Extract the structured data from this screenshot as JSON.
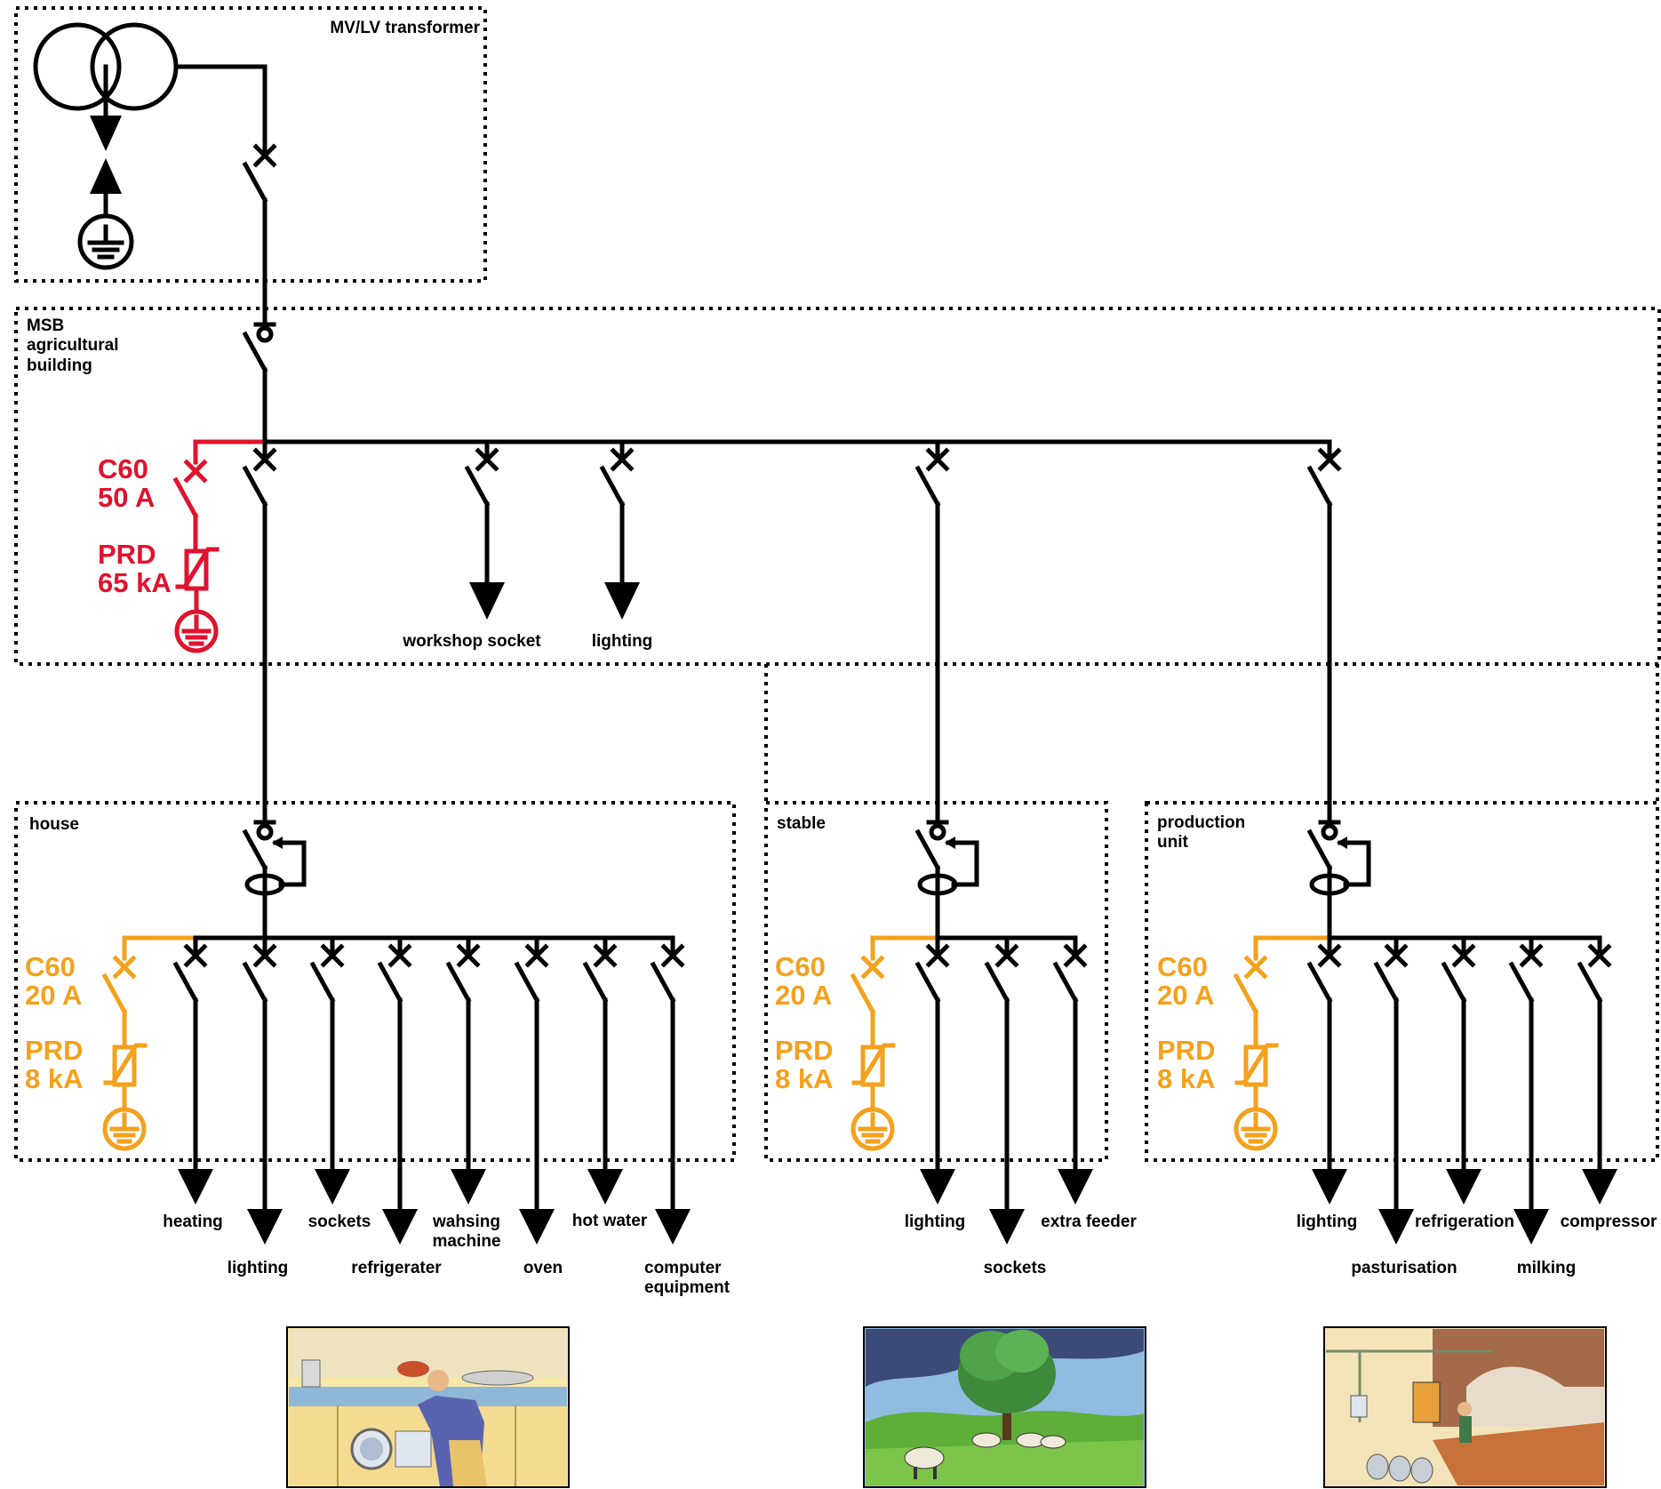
{
  "boxes": {
    "transformer": "MV/LV transformer",
    "msb": [
      "MSB",
      "agricultural",
      "building"
    ],
    "house": "house",
    "stable": "stable",
    "production": [
      "production",
      "unit"
    ]
  },
  "msb_protection": {
    "breaker": "C60",
    "rating": "50 A",
    "prd": "PRD",
    "prd_rating": "65 kA"
  },
  "msb_feeders": [
    "workshop socket",
    "lighting"
  ],
  "house": {
    "protection": {
      "breaker": "C60",
      "rating": "20 A",
      "prd": "PRD",
      "prd_rating": "8 kA"
    },
    "feeders": [
      "heating",
      "lighting",
      "sockets",
      "refrigerater",
      "wahsing",
      "machine",
      "oven",
      "hot water",
      "computer",
      "equipment"
    ]
  },
  "stable": {
    "protection": {
      "breaker": "C60",
      "rating": "20 A",
      "prd": "PRD",
      "prd_rating": "8 kA"
    },
    "feeders": [
      "lighting",
      "sockets",
      "extra feeder"
    ]
  },
  "production": {
    "protection": {
      "breaker": "C60",
      "rating": "20 A",
      "prd": "PRD",
      "prd_rating": "8 kA"
    },
    "feeders": [
      "lighting",
      "pasturisation",
      "refrigeration",
      "milking",
      "compressor"
    ]
  },
  "colors": {
    "surge_msb": "#e0122e",
    "surge_local": "#f4a11d",
    "wire": "#000000"
  }
}
